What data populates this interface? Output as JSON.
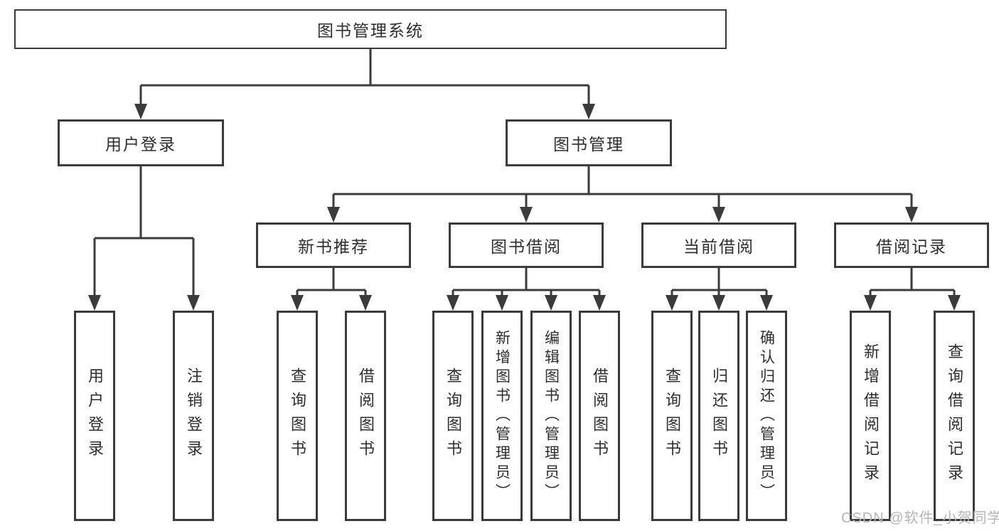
{
  "root": {
    "label": "图书管理系统"
  },
  "branches": [
    {
      "label": "用户登录",
      "children": [
        {
          "label": "用户登录"
        },
        {
          "label": "注销登录"
        }
      ]
    },
    {
      "label": "图书管理",
      "children": [
        {
          "label": "新书推荐",
          "children": [
            {
              "label": "查询图书"
            },
            {
              "label": "借阅图书"
            }
          ]
        },
        {
          "label": "图书借阅",
          "children": [
            {
              "label": "查询图书"
            },
            {
              "label": "新增图书（管理员）"
            },
            {
              "label": "编辑图书（管理员）"
            },
            {
              "label": "借阅图书"
            }
          ]
        },
        {
          "label": "当前借阅",
          "children": [
            {
              "label": "查询图书"
            },
            {
              "label": "归还图书"
            },
            {
              "label": "确认归还（管理员）"
            }
          ]
        },
        {
          "label": "借阅记录",
          "children": [
            {
              "label": "新增借阅记录"
            },
            {
              "label": "查询借阅记录"
            }
          ]
        }
      ]
    }
  ],
  "watermark": {
    "text": "CSDN @软件_小贺同学",
    "color": "#b4b6b8"
  },
  "colors": {
    "line": "#3b3b3b",
    "text": "#2e2e2e",
    "background": "#ffffff"
  }
}
